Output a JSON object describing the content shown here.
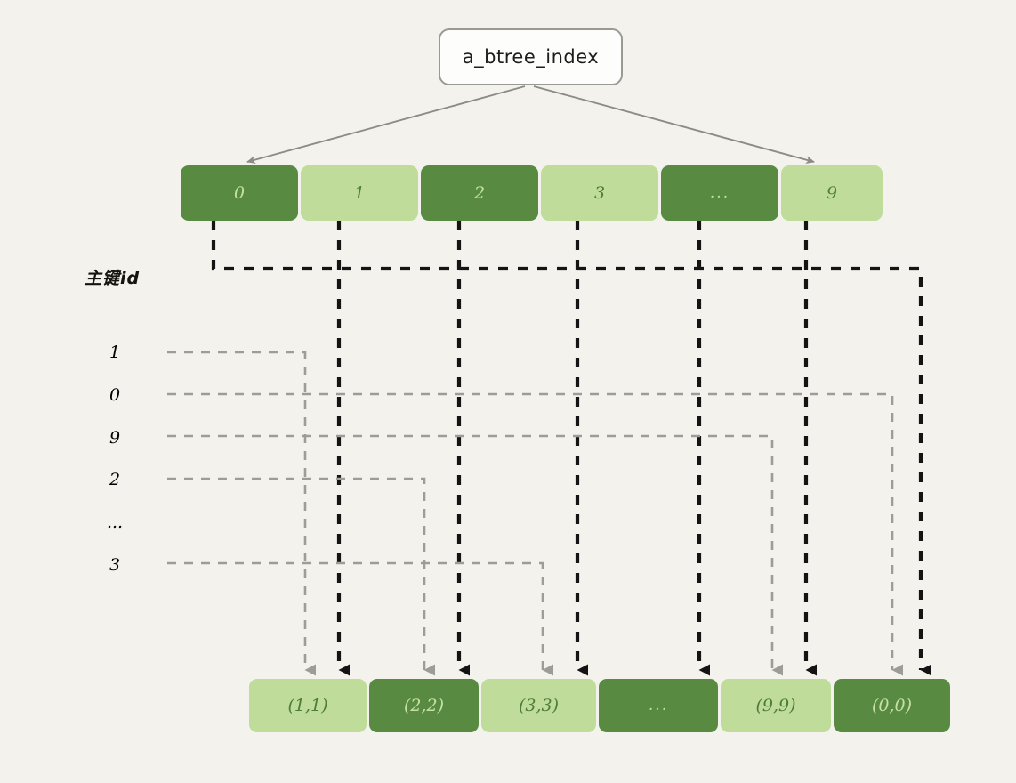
{
  "diagram": {
    "title": "a_btree_index",
    "background_color": "#f4f2ed",
    "colors": {
      "dark_green": "#588a42",
      "light_green": "#bfdc9b",
      "dark_text": "#4e7d3a",
      "light_text": "#c5e0a4",
      "black_wire": "#141414",
      "gray_wire": "#9d9d97",
      "root_border": "#9a9a93",
      "root_fill": "#fdfdfc"
    }
  },
  "root": {
    "label": "a_btree_index"
  },
  "index_row": {
    "cells": [
      {
        "label": "0",
        "shade": "dark"
      },
      {
        "label": "1",
        "shade": "light"
      },
      {
        "label": "2",
        "shade": "dark"
      },
      {
        "label": "3",
        "shade": "light"
      },
      {
        "label": "...",
        "shade": "dark"
      },
      {
        "label": "9",
        "shade": "light"
      }
    ]
  },
  "primary_key_column": {
    "label": "主键id",
    "cells": [
      {
        "label": "1",
        "shade": "dark"
      },
      {
        "label": "0",
        "shade": "light"
      },
      {
        "label": "9",
        "shade": "dark"
      },
      {
        "label": "2",
        "shade": "light"
      },
      {
        "label": "...",
        "shade": "dark"
      },
      {
        "label": "3",
        "shade": "light"
      }
    ]
  },
  "data_row": {
    "cells": [
      {
        "label": "(1,1)",
        "shade": "light"
      },
      {
        "label": "(2,2)",
        "shade": "dark"
      },
      {
        "label": "(3,3)",
        "shade": "light"
      },
      {
        "label": "...",
        "shade": "dark"
      },
      {
        "label": "(9,9)",
        "shade": "light"
      },
      {
        "label": "(0,0)",
        "shade": "dark"
      }
    ]
  }
}
